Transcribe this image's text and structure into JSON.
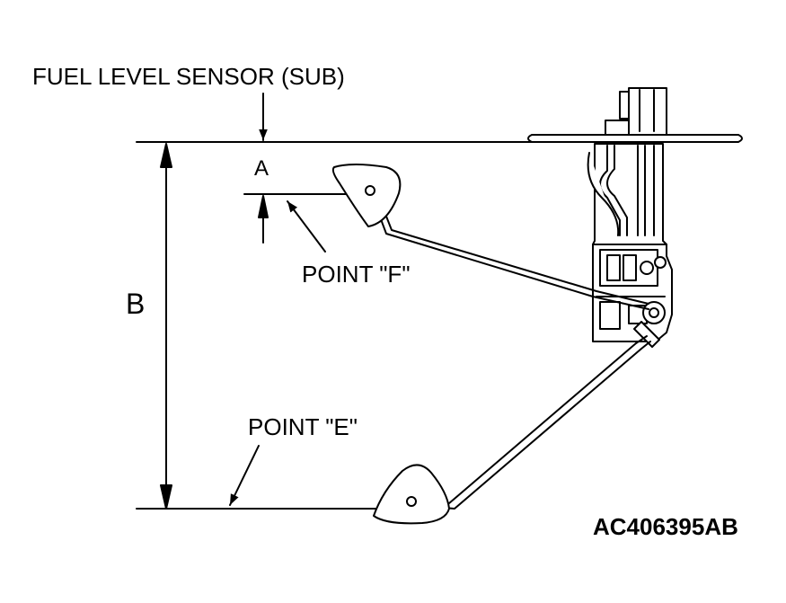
{
  "labels": {
    "sensor_title": "FUEL LEVEL SENSOR (SUB)",
    "dim_a": "A",
    "dim_b": "B",
    "point_f": "POINT \"F\"",
    "point_e": "POINT \"E\"",
    "figure_code": "AC406395AB"
  }
}
